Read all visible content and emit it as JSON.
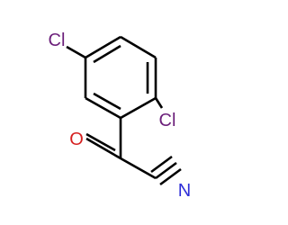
{
  "molecule": {
    "atoms": {
      "cl_top": {
        "symbol": "Cl",
        "color": "#6B1F7A"
      },
      "cl_right": {
        "symbol": "Cl",
        "color": "#6B1F7A"
      },
      "oxygen": {
        "symbol": "O",
        "color": "#D62020"
      },
      "nitrogen": {
        "symbol": "N",
        "color": "#2F2FD8"
      }
    },
    "bond_color": "#000000",
    "background": "#ffffff"
  }
}
